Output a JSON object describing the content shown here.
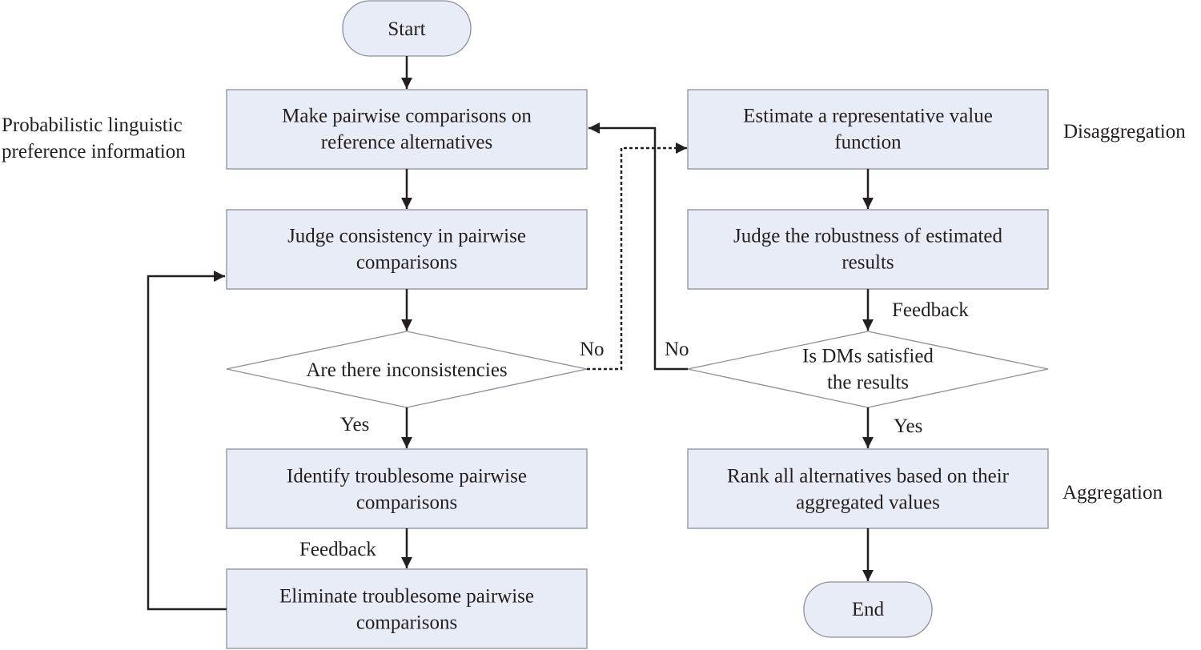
{
  "nodes": {
    "start": [
      "Start"
    ],
    "make_pairwise": [
      "Make pairwise comparisons on",
      "reference alternatives"
    ],
    "judge_consistency": [
      "Judge consistency in pairwise",
      "comparisons"
    ],
    "inconsistencies": [
      "Are there inconsistencies"
    ],
    "identify": [
      "Identify troublesome pairwise",
      "comparisons"
    ],
    "eliminate": [
      "Eliminate troublesome pairwise",
      "comparisons"
    ],
    "estimate": [
      "Estimate a representative value",
      "function"
    ],
    "robustness": [
      "Judge the robustness of estimated",
      "results"
    ],
    "satisfied": [
      "Is DMs satisfied",
      "the results"
    ],
    "rank": [
      "Rank all alternatives based on their",
      "aggregated values"
    ],
    "end": [
      "End"
    ]
  },
  "annotations": {
    "input_info": [
      "Probabilistic linguistic",
      "preference information"
    ],
    "disaggregation": "Disaggregation",
    "aggregation": "Aggregation"
  },
  "edge_labels": {
    "no_left": "No",
    "no_right": "No",
    "yes_left": "Yes",
    "yes_right": "Yes",
    "feedback_left": "Feedback",
    "feedback_right": "Feedback"
  },
  "colors": {
    "box_fill": "#e8ecf6",
    "box_stroke": "#8c8f98",
    "diamond_fill": "#ffffff",
    "line": "#231f20"
  }
}
